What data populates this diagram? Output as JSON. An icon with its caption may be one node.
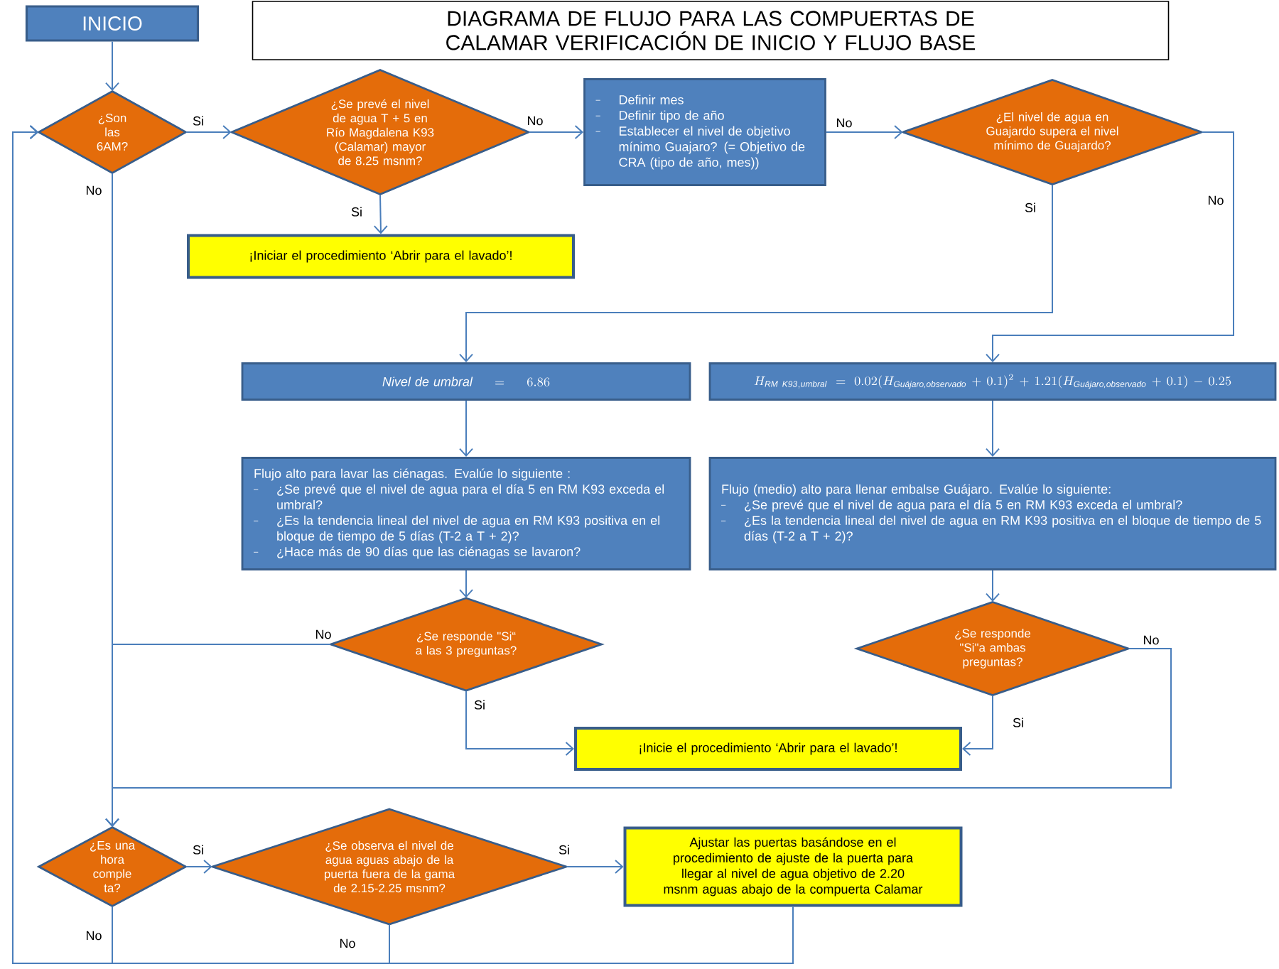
{
  "diagram": {
    "title": "DIAGRAMA DE FLUJO PARA LAS COMPUERTAS DE CALAMAR VERIFICACIÓN DE INICIO Y FLUJO BASE",
    "nodes": [
      {
        "text": [
          "INICIO"
        ]
      },
      {
        "text": [
          "¿Son las 6AM?"
        ]
      },
      {
        "text": [
          "¿Se prevé el nivel de agua T + 5 en Río Magdalena K93 (Calamar) mayor de 8.25 msnm?"
        ]
      },
      {
        "text": [
          "¡Iniciar el procedimiento ‘Abrir para el lavado’!"
        ]
      },
      {
        "text": [
          "Definir mes",
          "Definir tipo de año",
          "Establecer el nivel de objetivo mínimo Guajaro? (= Objetivo de CRA (tipo de año, mes))"
        ]
      },
      {
        "text": [
          "¿El nivel de agua en Guajardo supera el nivel mínimo de Guajardo?"
        ]
      },
      {
        "text": [
          "\\mathit{Nivel\\ de\\ umbral} = 6.86"
        ]
      },
      {
        "text": [
          "H_{\\mathit{RM\\ K93,umbral}} = 0.02(H_{\\text{\\itshape Guájaro,observado}}+0.1)^2+1.21(H_{\\text{\\itshape Guájaro,observado}}+0.1)-0.25"
        ]
      },
      {
        "text": [
          "Flujo alto  para lavar las ciénagas. Evalúe lo siguiente :",
          "¿Se prevé que el nivel de agua para el día 5 en RM K93 exceda el umbral?",
          "¿Es la tendencia lineal del nivel de agua en RM K93 positiva en el bloque de tiempo de 5 días (T-2 a T + 2)?",
          "¿Hace más de 90 días que las ciénagas se lavaron?"
        ]
      },
      {
        "text": [
          "Flujo (medio) alto para llenar embalse Guájaro. Evalúe lo siguiente:",
          "¿Se prevé que el nivel de agua para el día 5 en RM K93 exceda el umbral?",
          "¿Es la tendencia lineal del nivel de agua en RM K93 positiva en el bloque de tiempo de 5 días (T-2 a T + 2)?"
        ]
      },
      {
        "text": [
          "¿Se responde \"Si“ a las 3 preguntas?"
        ]
      },
      {
        "text": [
          "¿Se responde \"Si\"a ambas preguntas?"
        ]
      },
      {
        "text": [
          "¡Inicie el procedimiento ‘Abrir para el lavado’!"
        ]
      },
      {
        "text": [
          "¿Es una hora comple ta?"
        ]
      },
      {
        "text": [
          "¿Se observa el nivel de agua aguas abajo de la puerta fuera de la gama de 2.15-2.25 msnm?"
        ]
      },
      {
        "text": [
          "Ajustar las puertas basándose en el procedimiento de ajuste de la puerta para llegar al nivel de agua objetivo de 2.20 msnm aguas abajo de la compuerta Calamar"
        ]
      }
    ],
    "edges": [
      {
        "from": 0,
        "to": 1,
        "arrow": "to"
      },
      {
        "from": 1,
        "to": 2,
        "arrow": "to",
        "label": "Si"
      },
      {
        "from": 2,
        "to": 4,
        "arrow": "to",
        "label": "No"
      },
      {
        "from": 2,
        "to": 3,
        "arrow": "to",
        "label": "Si"
      },
      {
        "from": 4,
        "to": 5,
        "arrow": "to",
        "label": "No"
      },
      {
        "from": 5,
        "to": 6,
        "arrow": "to",
        "label": "Si"
      },
      {
        "from": 5,
        "to": 7,
        "arrow": "to",
        "label": "No"
      },
      {
        "from": 6,
        "to": 8,
        "arrow": "to"
      },
      {
        "from": 7,
        "to": 9,
        "arrow": "to"
      },
      {
        "from": 8,
        "to": 10,
        "arrow": "to"
      },
      {
        "from": 9,
        "to": 11,
        "arrow": "to"
      },
      {
        "from": 1,
        "to": 13,
        "arrow": "to",
        "label": "No"
      },
      {
        "from": 10,
        "to": 13,
        "arrow": "to",
        "label": "No"
      },
      {
        "from": 10,
        "to": 12,
        "arrow": "to",
        "label": "Si"
      },
      {
        "from": 11,
        "to": 12,
        "arrow": "to",
        "label": "Si"
      },
      {
        "from": 11,
        "to": 13,
        "arrow": "to",
        "label": "No"
      },
      {
        "from": 13,
        "to": 14,
        "arrow": "to",
        "label": "Si"
      },
      {
        "from": 14,
        "to": 15,
        "arrow": "to",
        "label": "Si"
      },
      {
        "from": 13,
        "to": 1,
        "arrow": "to",
        "label": "No"
      },
      {
        "from": 14,
        "to": 1,
        "arrow": "to",
        "label": "No"
      },
      {
        "from": 15,
        "to": 1,
        "arrow": "to"
      }
    ]
  }
}
